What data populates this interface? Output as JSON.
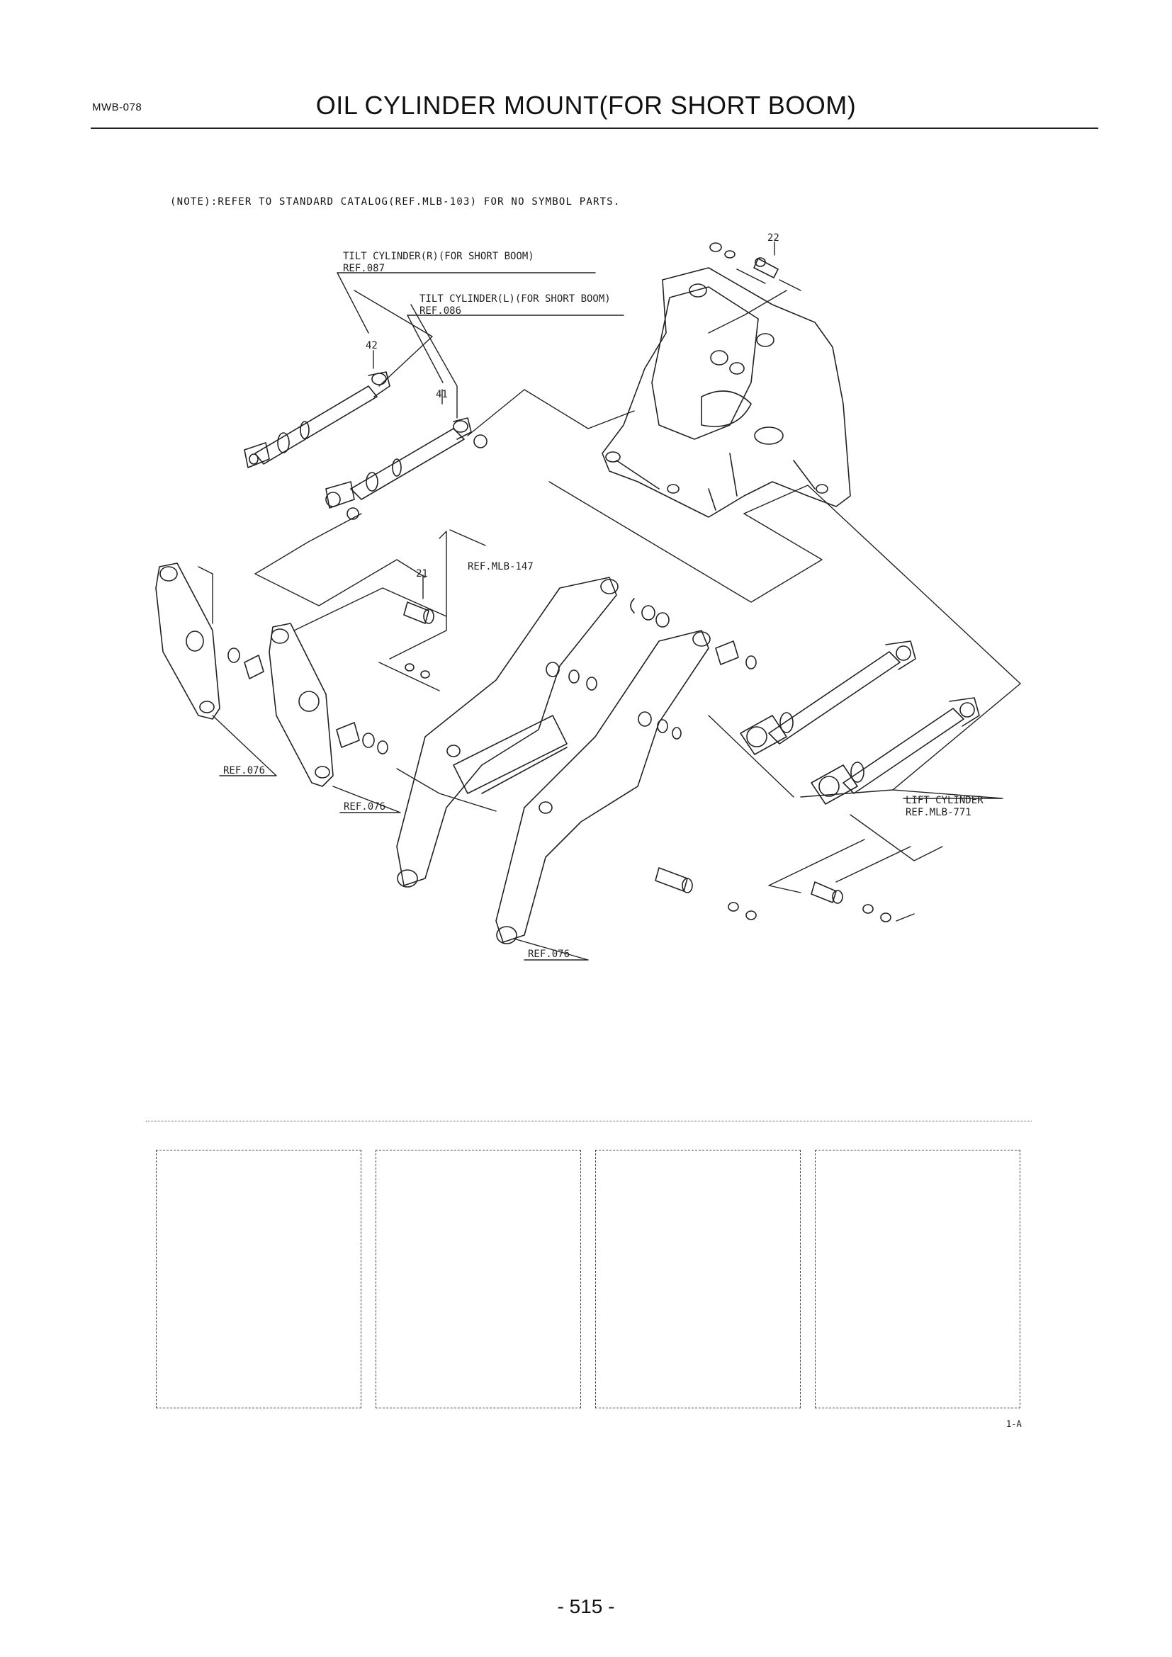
{
  "header": {
    "code": "MWB-078",
    "title": "OIL CYLINDER MOUNT(FOR SHORT BOOM)"
  },
  "note": "(NOTE):REFER TO STANDARD CATALOG(REF.MLB-103) FOR NO SYMBOL PARTS.",
  "callouts": {
    "tilt_r": "TILT CYLINDER(R)(FOR SHORT BOOM)",
    "tilt_r_ref": "REF.087",
    "tilt_l": "TILT CYLINDER(L)(FOR SHORT BOOM)",
    "tilt_l_ref": "REF.086",
    "ref_mlb147": "REF.MLB-147",
    "ref_076_a": "REF.076",
    "ref_076_b": "REF.076",
    "ref_076_c": "REF.076",
    "lift": "LIFT CYLINDER",
    "lift_ref": "REF.MLB-771"
  },
  "part_numbers": {
    "p22": "22",
    "p42": "42",
    "p41": "41",
    "p21": "21"
  },
  "footer": {
    "code": "1-A",
    "page_number": "- 515 -"
  }
}
